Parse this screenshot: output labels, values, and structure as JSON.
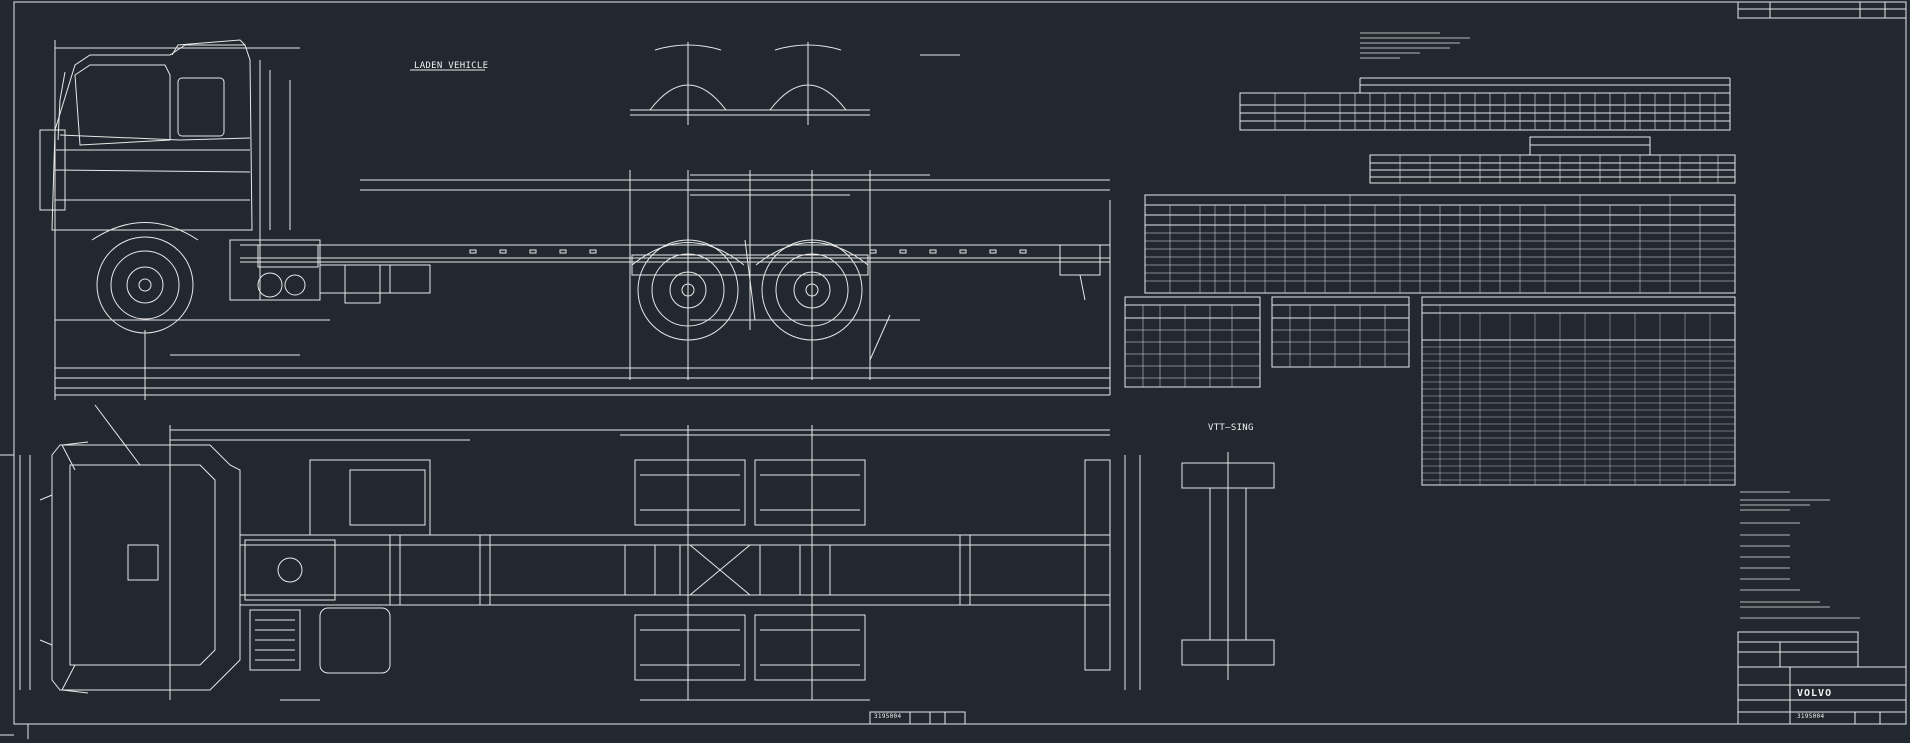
{
  "drawing": {
    "label_laden_vehicle": "LADEN VEHICLE",
    "label_vtt_sing": "VTT–SING",
    "sheet_number_bottom": "3195004",
    "logo": "VOLVO",
    "sheet_number_titleblock": "3195004"
  },
  "colors": {
    "background": "#212830",
    "lines": "#e8e8e8",
    "text": "#f2f2f2"
  }
}
